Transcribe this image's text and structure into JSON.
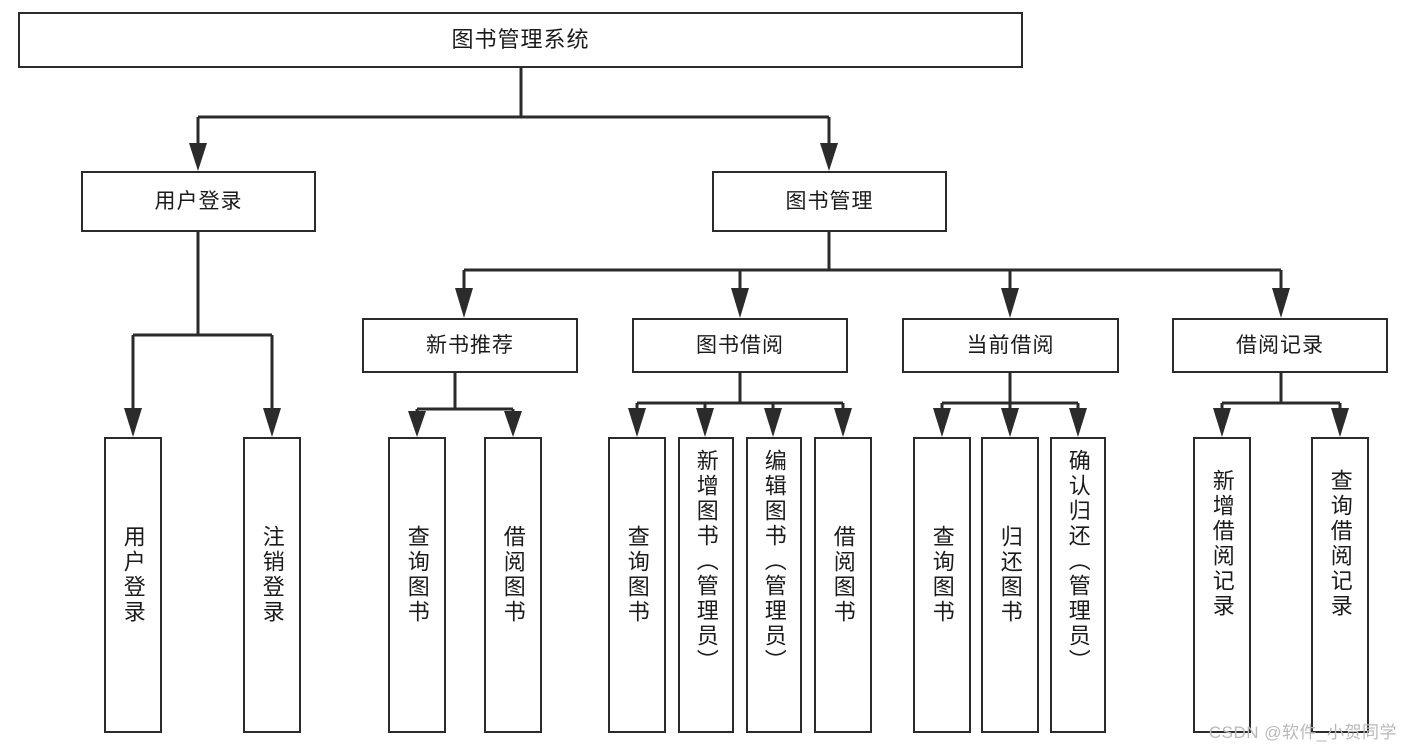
{
  "diagram": {
    "title": "图书管理系统",
    "type": "tree-structure-chart",
    "root": {
      "label": "图书管理系统"
    },
    "level2": [
      {
        "label": "用户登录"
      },
      {
        "label": "图书管理"
      }
    ],
    "level3": [
      {
        "label": "新书推荐"
      },
      {
        "label": "图书借阅"
      },
      {
        "label": "当前借阅"
      },
      {
        "label": "借阅记录"
      }
    ],
    "leaves": {
      "user_login": [
        {
          "label": "用户登录"
        },
        {
          "label": "注销登录"
        }
      ],
      "new_book_recommend": [
        {
          "label": "查询图书"
        },
        {
          "label": "借阅图书"
        }
      ],
      "book_borrow": [
        {
          "label": "查询图书"
        },
        {
          "label": "新增图书（管理员）"
        },
        {
          "label": "编辑图书（管理员）"
        },
        {
          "label": "借阅图书"
        }
      ],
      "current_borrow": [
        {
          "label": "查询图书"
        },
        {
          "label": "归还图书"
        },
        {
          "label": "确认归还（管理员）"
        }
      ],
      "borrow_record": [
        {
          "label": "新增借阅记录"
        },
        {
          "label": "查询借阅记录"
        }
      ]
    }
  },
  "watermark": {
    "text": "CSDN @软件_小贺同学"
  },
  "colors": {
    "stroke": "#2b2b2b",
    "background": "#ffffff",
    "text": "#1b1b1b",
    "watermark": "#b9b9b9"
  }
}
